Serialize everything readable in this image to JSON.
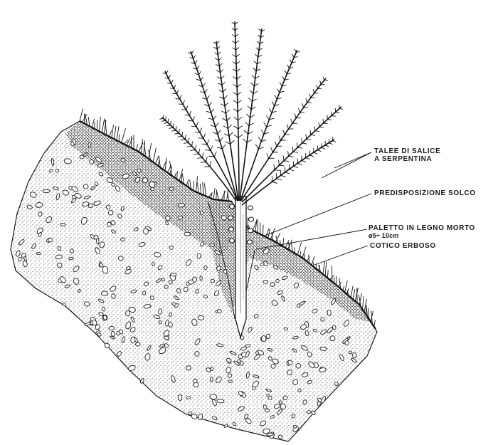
{
  "labels": {
    "talee_line1": "TALEE DI SALICE",
    "talee_line2": "A SERPENTINA",
    "solco": "PREDISPOSIZIONE SOLCO",
    "paletto_line1": "PALETTO IN LEGNO MORTO",
    "paletto_line2": "ø5÷ 10cm",
    "cotico": "COTICO ERBOSO"
  },
  "colors": {
    "ink": "#1a1a1a",
    "paper": "#ffffff"
  }
}
